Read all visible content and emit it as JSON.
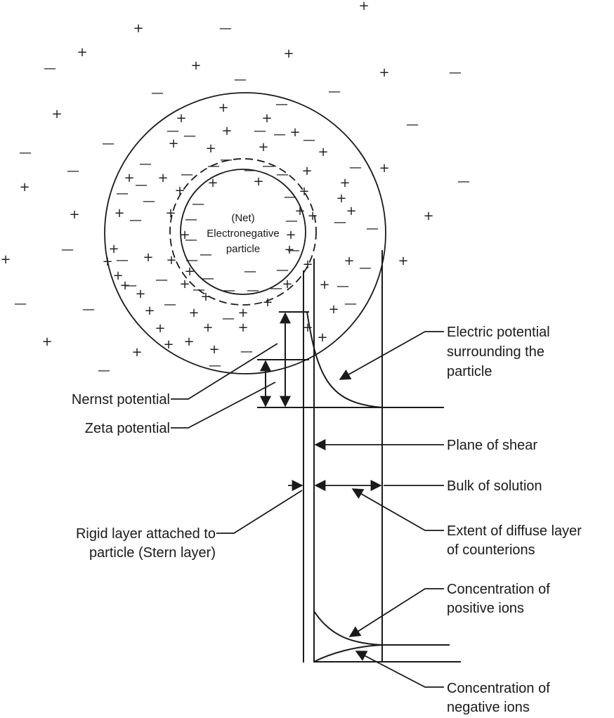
{
  "particle": {
    "line1": "(Net)",
    "line2": "Electronegative",
    "line3": "particle"
  },
  "labels": {
    "electric_potential": [
      "Electric potential",
      "surrounding the",
      "particle"
    ],
    "nernst": "Nernst potential",
    "zeta": "Zeta potential",
    "plane_of_shear": "Plane of shear",
    "bulk": "Bulk of solution",
    "extent": [
      "Extent of diffuse layer",
      "of counterions"
    ],
    "rigid": [
      "Rigid layer attached to",
      "particle (Stern layer)"
    ],
    "pos_ions": [
      "Concentration of",
      "positive ions"
    ],
    "neg_ions": [
      "Concentration of",
      "negative ions"
    ]
  },
  "charges": {
    "plus": "+",
    "minus": "—"
  }
}
